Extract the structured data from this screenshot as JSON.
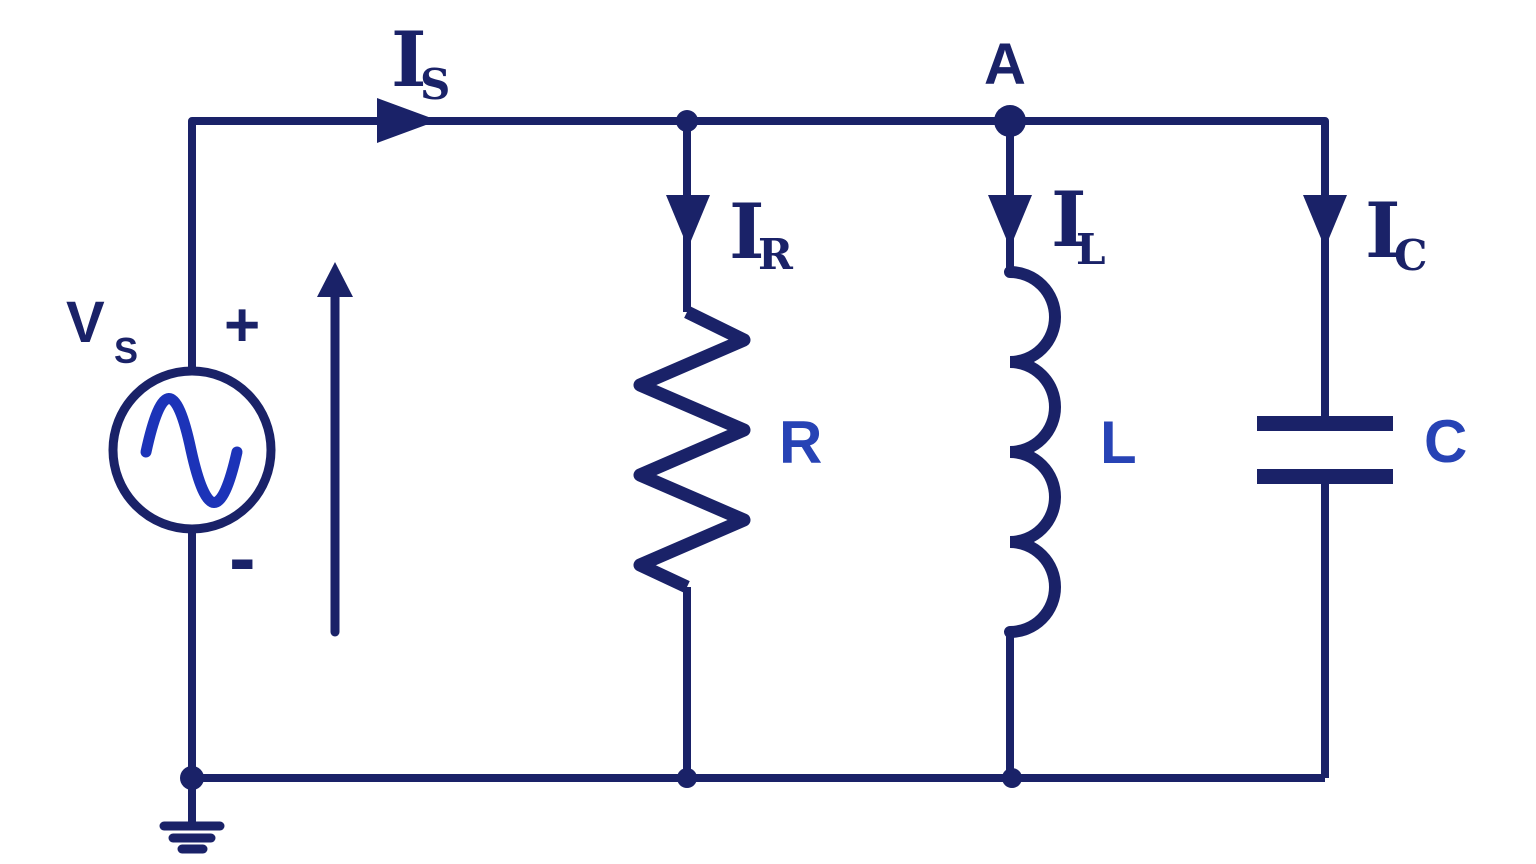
{
  "labels": {
    "source_main": "V",
    "source_sub": "S",
    "plus": "+",
    "minus": "-",
    "node_a": "A",
    "current_source_main": "I",
    "current_source_sub": "S",
    "current_r_main": "I",
    "current_r_sub": "R",
    "current_l_main": "I",
    "current_l_sub": "L",
    "current_c_main": "I",
    "current_c_sub": "C",
    "resistor": "R",
    "inductor": "L",
    "capacitor": "C"
  },
  "icons": {
    "source_waveform": "sine-wave-icon",
    "ground": "ground-icon",
    "current_direction": "up-arrow-icon",
    "branch_arrows": "down-arrow-icon",
    "top_arrow": "right-arrow-icon"
  },
  "colors": {
    "wire": "#1a2268",
    "component": "#2743b5",
    "sine": "#1c33b8",
    "bg": "#ffffff"
  }
}
